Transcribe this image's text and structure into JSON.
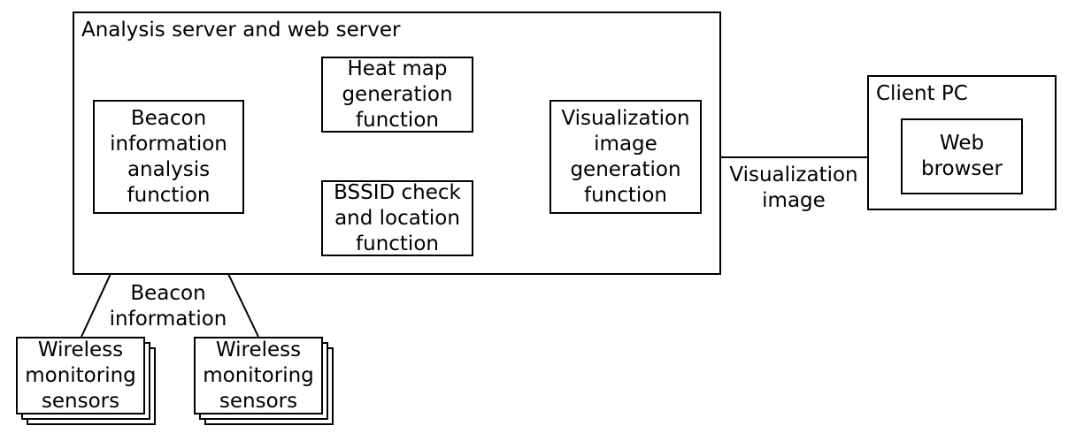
{
  "server_group": {
    "title": "Analysis server and web server"
  },
  "client_group": {
    "title": "Client PC"
  },
  "nodes": {
    "beacon_analysis": "Beacon\ninformation\nanalysis\nfunction",
    "heat_map": "Heat map\ngeneration\nfunction",
    "bssid_check": "BSSID check\nand location\nfunction",
    "visualization_gen": "Visualization\nimage\ngeneration\nfunction",
    "web_browser": "Web\nbrowser",
    "sensors_left": "Wireless\nmonitoring\nsensors",
    "sensors_right": "Wireless\nmonitoring\nsensors"
  },
  "edge_labels": {
    "visualization_image": "Visualization\nimage",
    "beacon_information": "Beacon\ninformation"
  }
}
